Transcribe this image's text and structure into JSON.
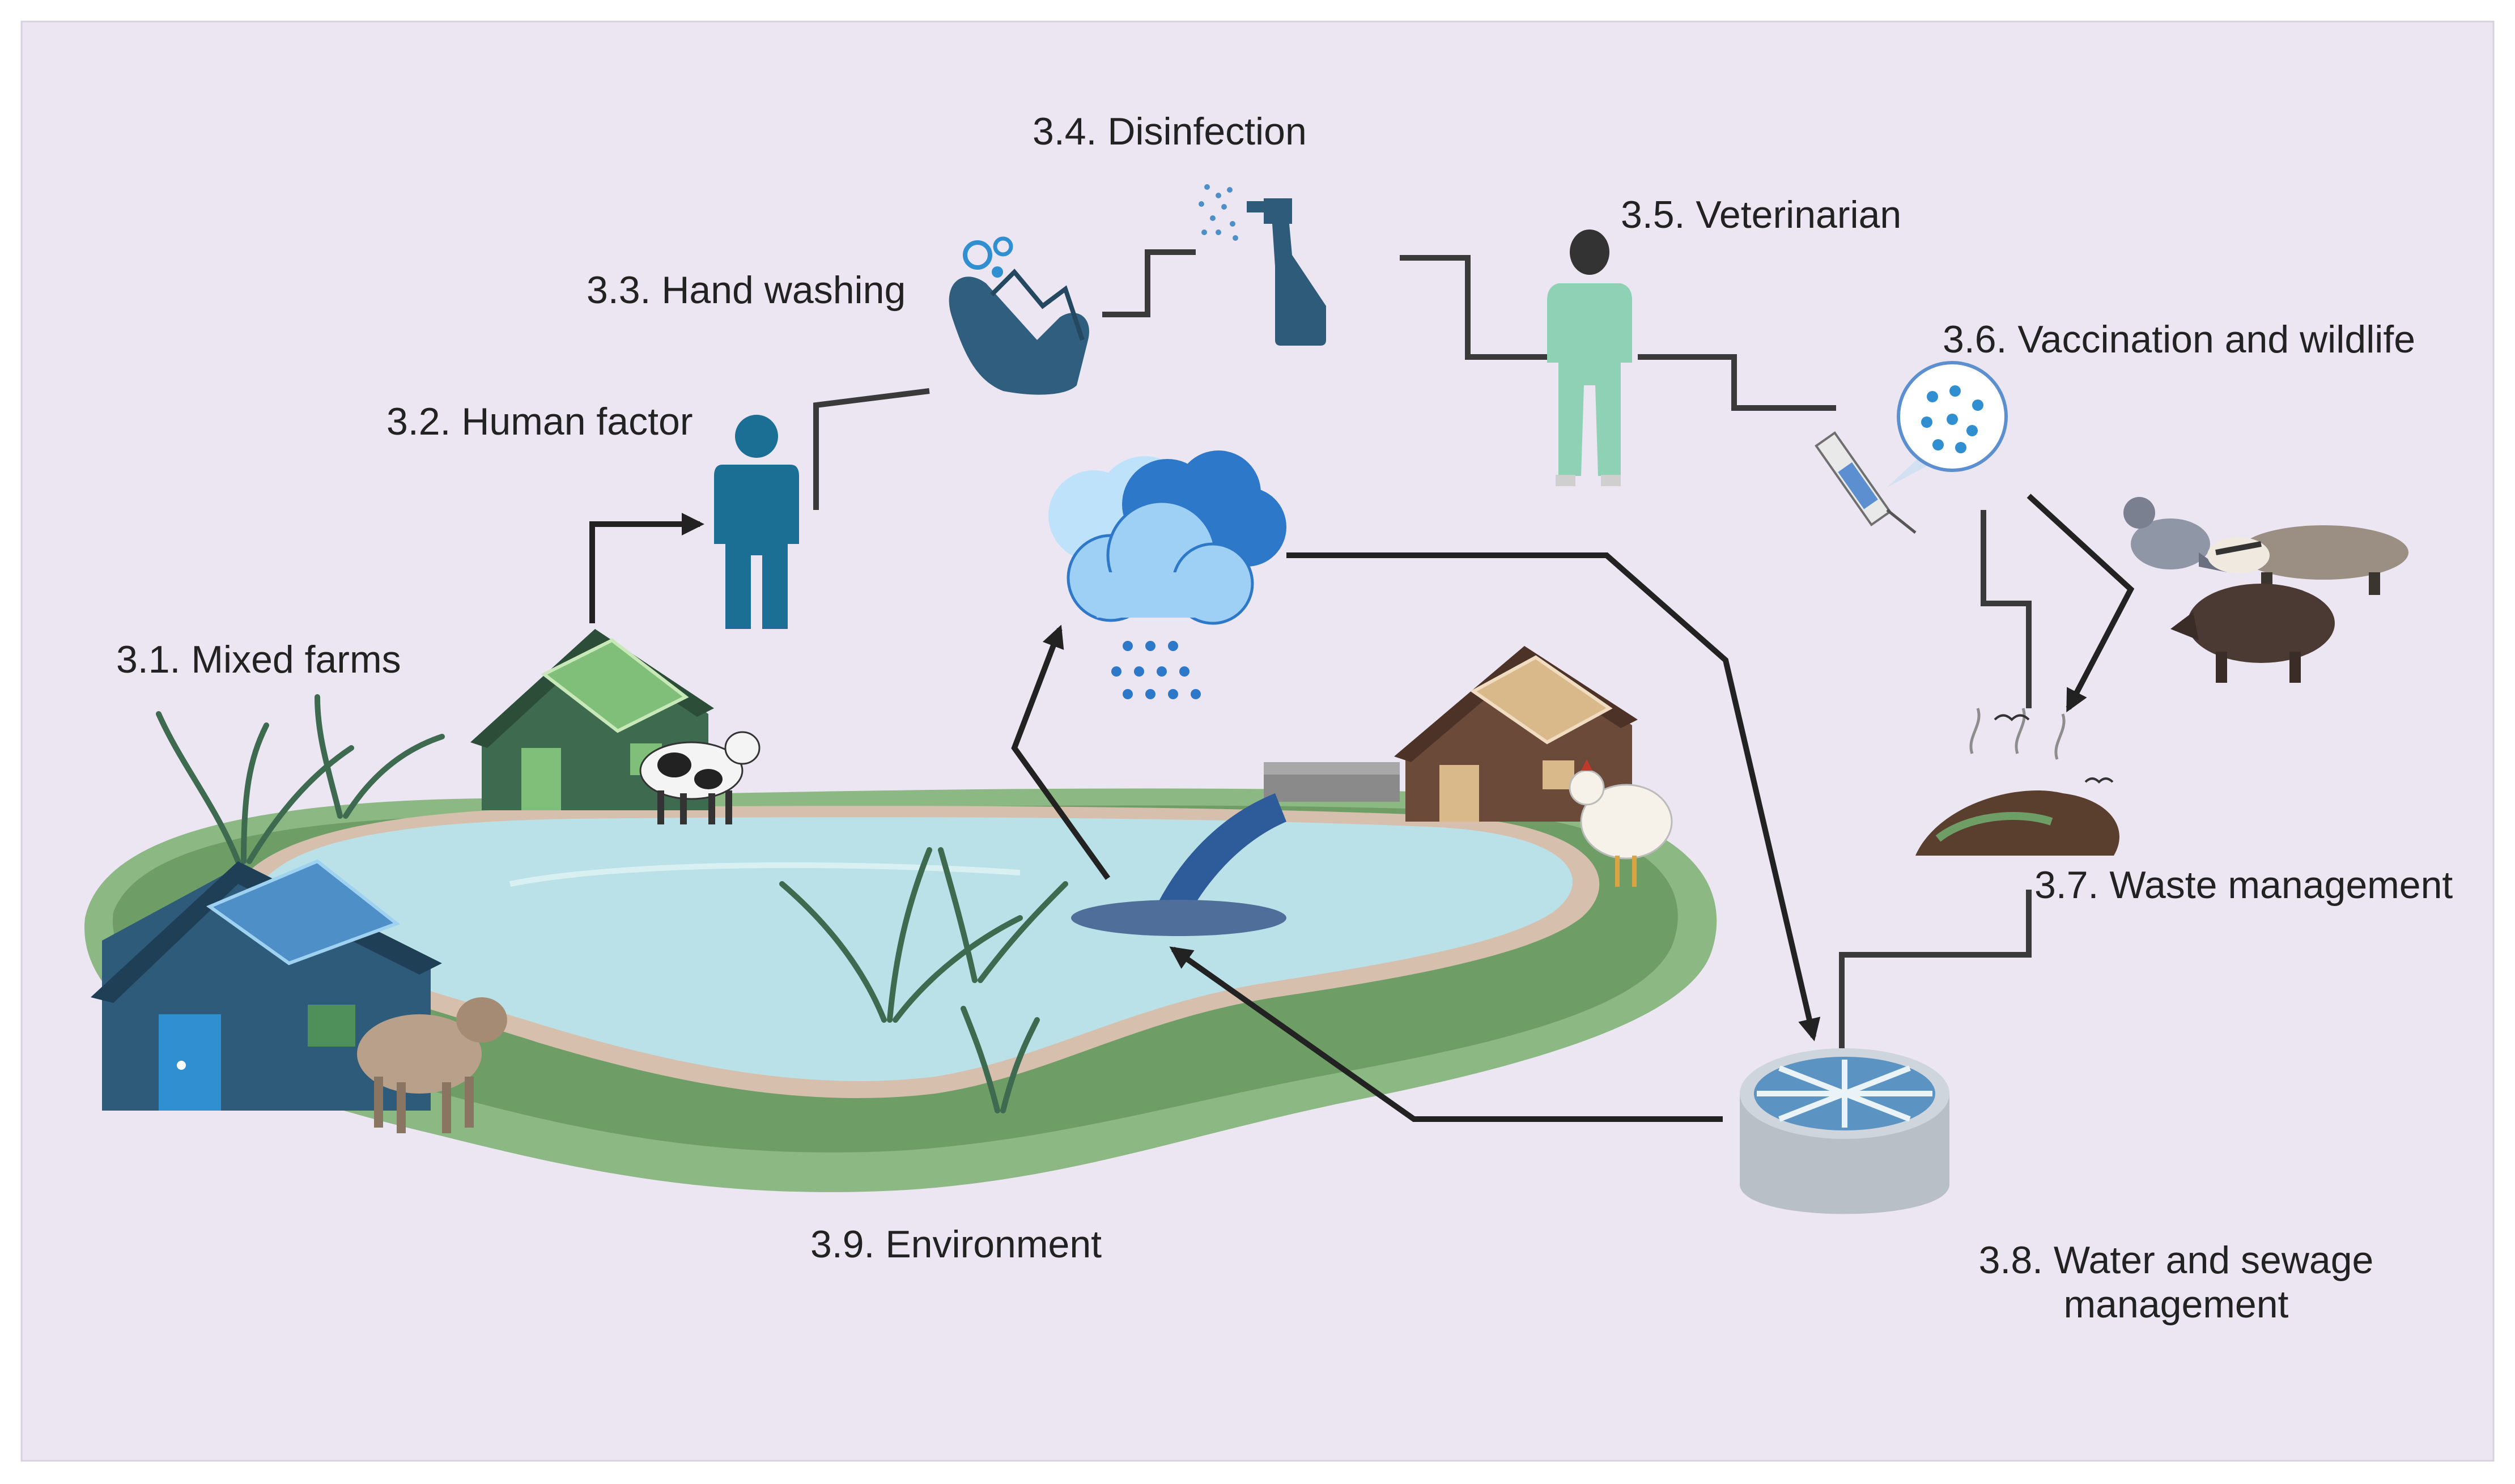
{
  "diagram": {
    "labels": {
      "mixed_farms": "3.1. Mixed farms",
      "human_factor": "3.2. Human factor",
      "hand_washing": "3.3. Hand washing",
      "disinfection": "3.4. Disinfection",
      "veterinarian": "3.5. Veterinarian",
      "vaccination": "3.6. Vaccination and wildlife",
      "waste": "3.7. Waste management",
      "water_sewage": "3.8. Water and sewage management",
      "environment": "3.9. Environment"
    },
    "colors": {
      "background": "#ECE6F3",
      "pond": "#B9E1E7",
      "grass": "#6E9E66",
      "grass_light": "#8CB883",
      "sand": "#D7BFAE",
      "house_blue": "#2E5B7A",
      "house_green": "#3E6B4F",
      "house_brown": "#6B4A3A",
      "human": "#1B6F95",
      "hands": "#2F5E7E",
      "spray": "#2E5B7A",
      "vet": "#8FD1B5",
      "cloud": "#9ECFF5",
      "cloud_dark": "#2D78C8",
      "arrow": "#222222"
    },
    "icons": [
      "house-icon",
      "person-icon",
      "hands-icon",
      "spray-bottle-icon",
      "veterinarian-icon",
      "syringe-icon",
      "virus-icon",
      "pigeon-icon",
      "badger-icon",
      "boar-icon",
      "compost-icon",
      "water-treatment-icon",
      "cloud-icon",
      "rain-icon",
      "pipe-icon",
      "cow-icon",
      "sheep-icon",
      "chicken-icon",
      "grass-icon"
    ]
  }
}
